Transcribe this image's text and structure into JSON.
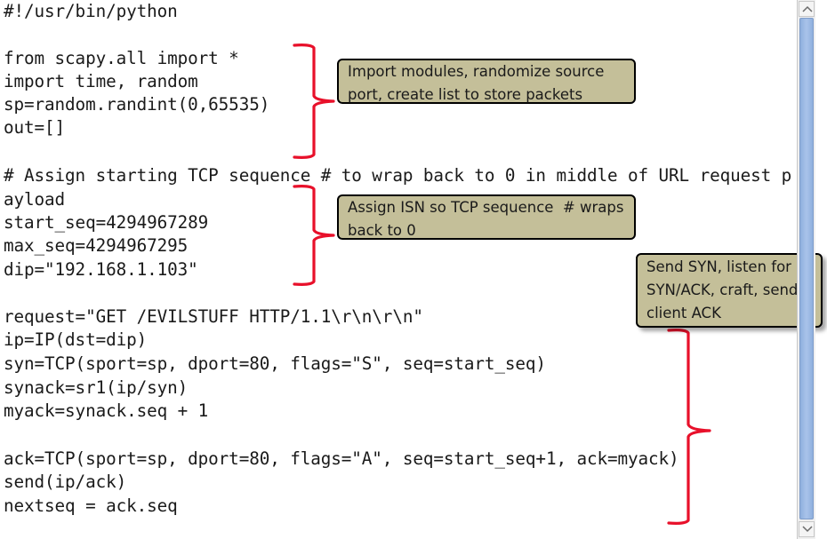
{
  "code": {
    "lines": [
      "#!/usr/bin/python",
      "",
      "from scapy.all import *",
      "import time, random",
      "sp=random.randint(0,65535)",
      "out=[]",
      "",
      "# Assign starting TCP sequence # to wrap back to 0 in middle of URL request p",
      "ayload",
      "start_seq=4294967289",
      "max_seq=4294967295",
      "dip=\"192.168.1.103\"",
      "",
      "request=\"GET /EVILSTUFF HTTP/1.1\\r\\n\\r\\n\"",
      "ip=IP(dst=dip)",
      "syn=TCP(sport=sp, dport=80, flags=\"S\", seq=start_seq)",
      "synack=sr1(ip/syn)",
      "myack=synack.seq + 1",
      "",
      "ack=TCP(sport=sp, dport=80, flags=\"A\", seq=start_seq+1, ack=myack)",
      "send(ip/ack)",
      "nextseq = ack.seq"
    ]
  },
  "callouts": {
    "imports": [
      "Import modules, randomize source",
      "port, create list to store packets"
    ],
    "isn": [
      "Assign ISN so TCP sequence  # wraps",
      "back to 0"
    ],
    "syn": [
      "Send SYN, listen for",
      "SYN/ACK, craft, send",
      "client ACK"
    ]
  },
  "colors": {
    "callout_fill": "#c4bf99",
    "bracket": "#e8102a",
    "scroll_thumb": "#a9c3ea"
  },
  "scrollbar": {
    "up_icon": "up-arrow-icon",
    "down_icon": "down-arrow-icon"
  }
}
